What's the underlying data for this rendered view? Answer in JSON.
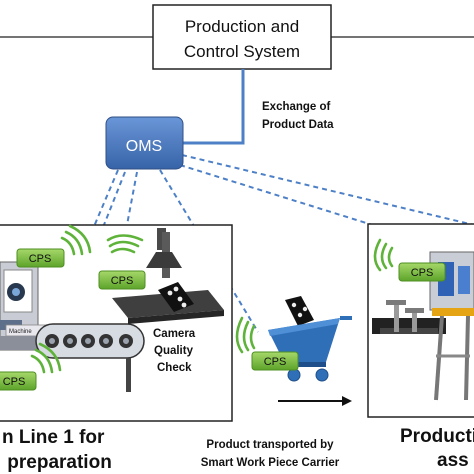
{
  "pcs_box": {
    "line1": "Production and",
    "line2": "Control System"
  },
  "exchange_label": {
    "line1": "Exchange of",
    "line2": "Product Data"
  },
  "oms": {
    "label": "OMS"
  },
  "cps_tags": [
    "CPS",
    "CPS",
    "CPS",
    "CPS",
    "CPS"
  ],
  "machine_label": "Machine",
  "camera_label": {
    "line1": "Camera",
    "line2": "Quality",
    "line3": "Check"
  },
  "line1_caption": {
    "line1": "n Line 1 for",
    "line2": " preparation"
  },
  "transport_caption": {
    "line1": "Product transported by",
    "line2": "Smart Work Piece Carrier"
  },
  "line2_caption": {
    "line1": "Producti",
    "line2": "ass"
  },
  "colors": {
    "oms_fill": "#4a78c2",
    "line_blue": "#4d80c6",
    "cps_green": "#7fc243",
    "cart_blue": "#2f6fb8",
    "wave_green": "#5fb33a"
  }
}
